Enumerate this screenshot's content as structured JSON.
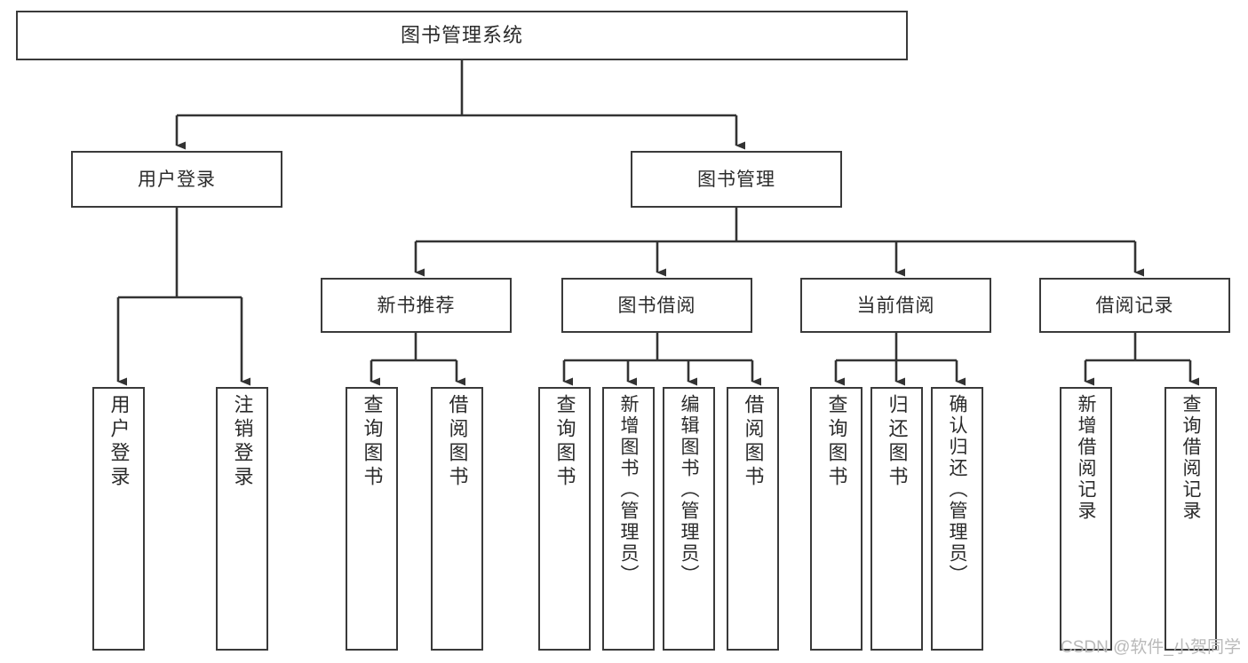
{
  "diagram": {
    "title": "图书管理系统",
    "type": "tree",
    "orientation": "top-down",
    "colors": {
      "box_border": "#3a3a3a",
      "box_fill": "#ffffff",
      "edge": "#333333",
      "text": "#2b2b2b",
      "watermark": "#b9b9b9",
      "background": "#ffffff"
    },
    "watermark": "CSDN @软件_小贺同学"
  },
  "nodes": {
    "root": {
      "label": "图书管理系统"
    },
    "level1": [
      {
        "id": "user-login",
        "label": "用户登录"
      },
      {
        "id": "book-manage",
        "label": "图书管理"
      }
    ],
    "level2": [
      {
        "id": "new-book-recommend",
        "label": "新书推荐"
      },
      {
        "id": "book-borrow",
        "label": "图书借阅"
      },
      {
        "id": "current-borrow",
        "label": "当前借阅"
      },
      {
        "id": "borrow-record",
        "label": "借阅记录"
      }
    ],
    "leaves": {
      "user-login": [
        {
          "id": "leaf-user-login",
          "label": "用户登录"
        },
        {
          "id": "leaf-logout-login",
          "label": "注销登录"
        }
      ],
      "new-book-recommend": [
        {
          "id": "leaf-query-book-1",
          "label": "查询图书"
        },
        {
          "id": "leaf-borrow-book-1",
          "label": "借阅图书"
        }
      ],
      "book-borrow": [
        {
          "id": "leaf-query-book-2",
          "label": "查询图书"
        },
        {
          "id": "leaf-add-book",
          "label": "新增图书（管理员）"
        },
        {
          "id": "leaf-edit-book",
          "label": "编辑图书（管理员）"
        },
        {
          "id": "leaf-borrow-book-2",
          "label": "借阅图书"
        }
      ],
      "current-borrow": [
        {
          "id": "leaf-query-book-3",
          "label": "查询图书"
        },
        {
          "id": "leaf-return-book",
          "label": "归还图书"
        },
        {
          "id": "leaf-confirm-return",
          "label": "确认归还（管理员）"
        }
      ],
      "borrow-record": [
        {
          "id": "leaf-add-record",
          "label": "新增借阅记录"
        },
        {
          "id": "leaf-query-record",
          "label": "查询借阅记录"
        }
      ]
    }
  }
}
